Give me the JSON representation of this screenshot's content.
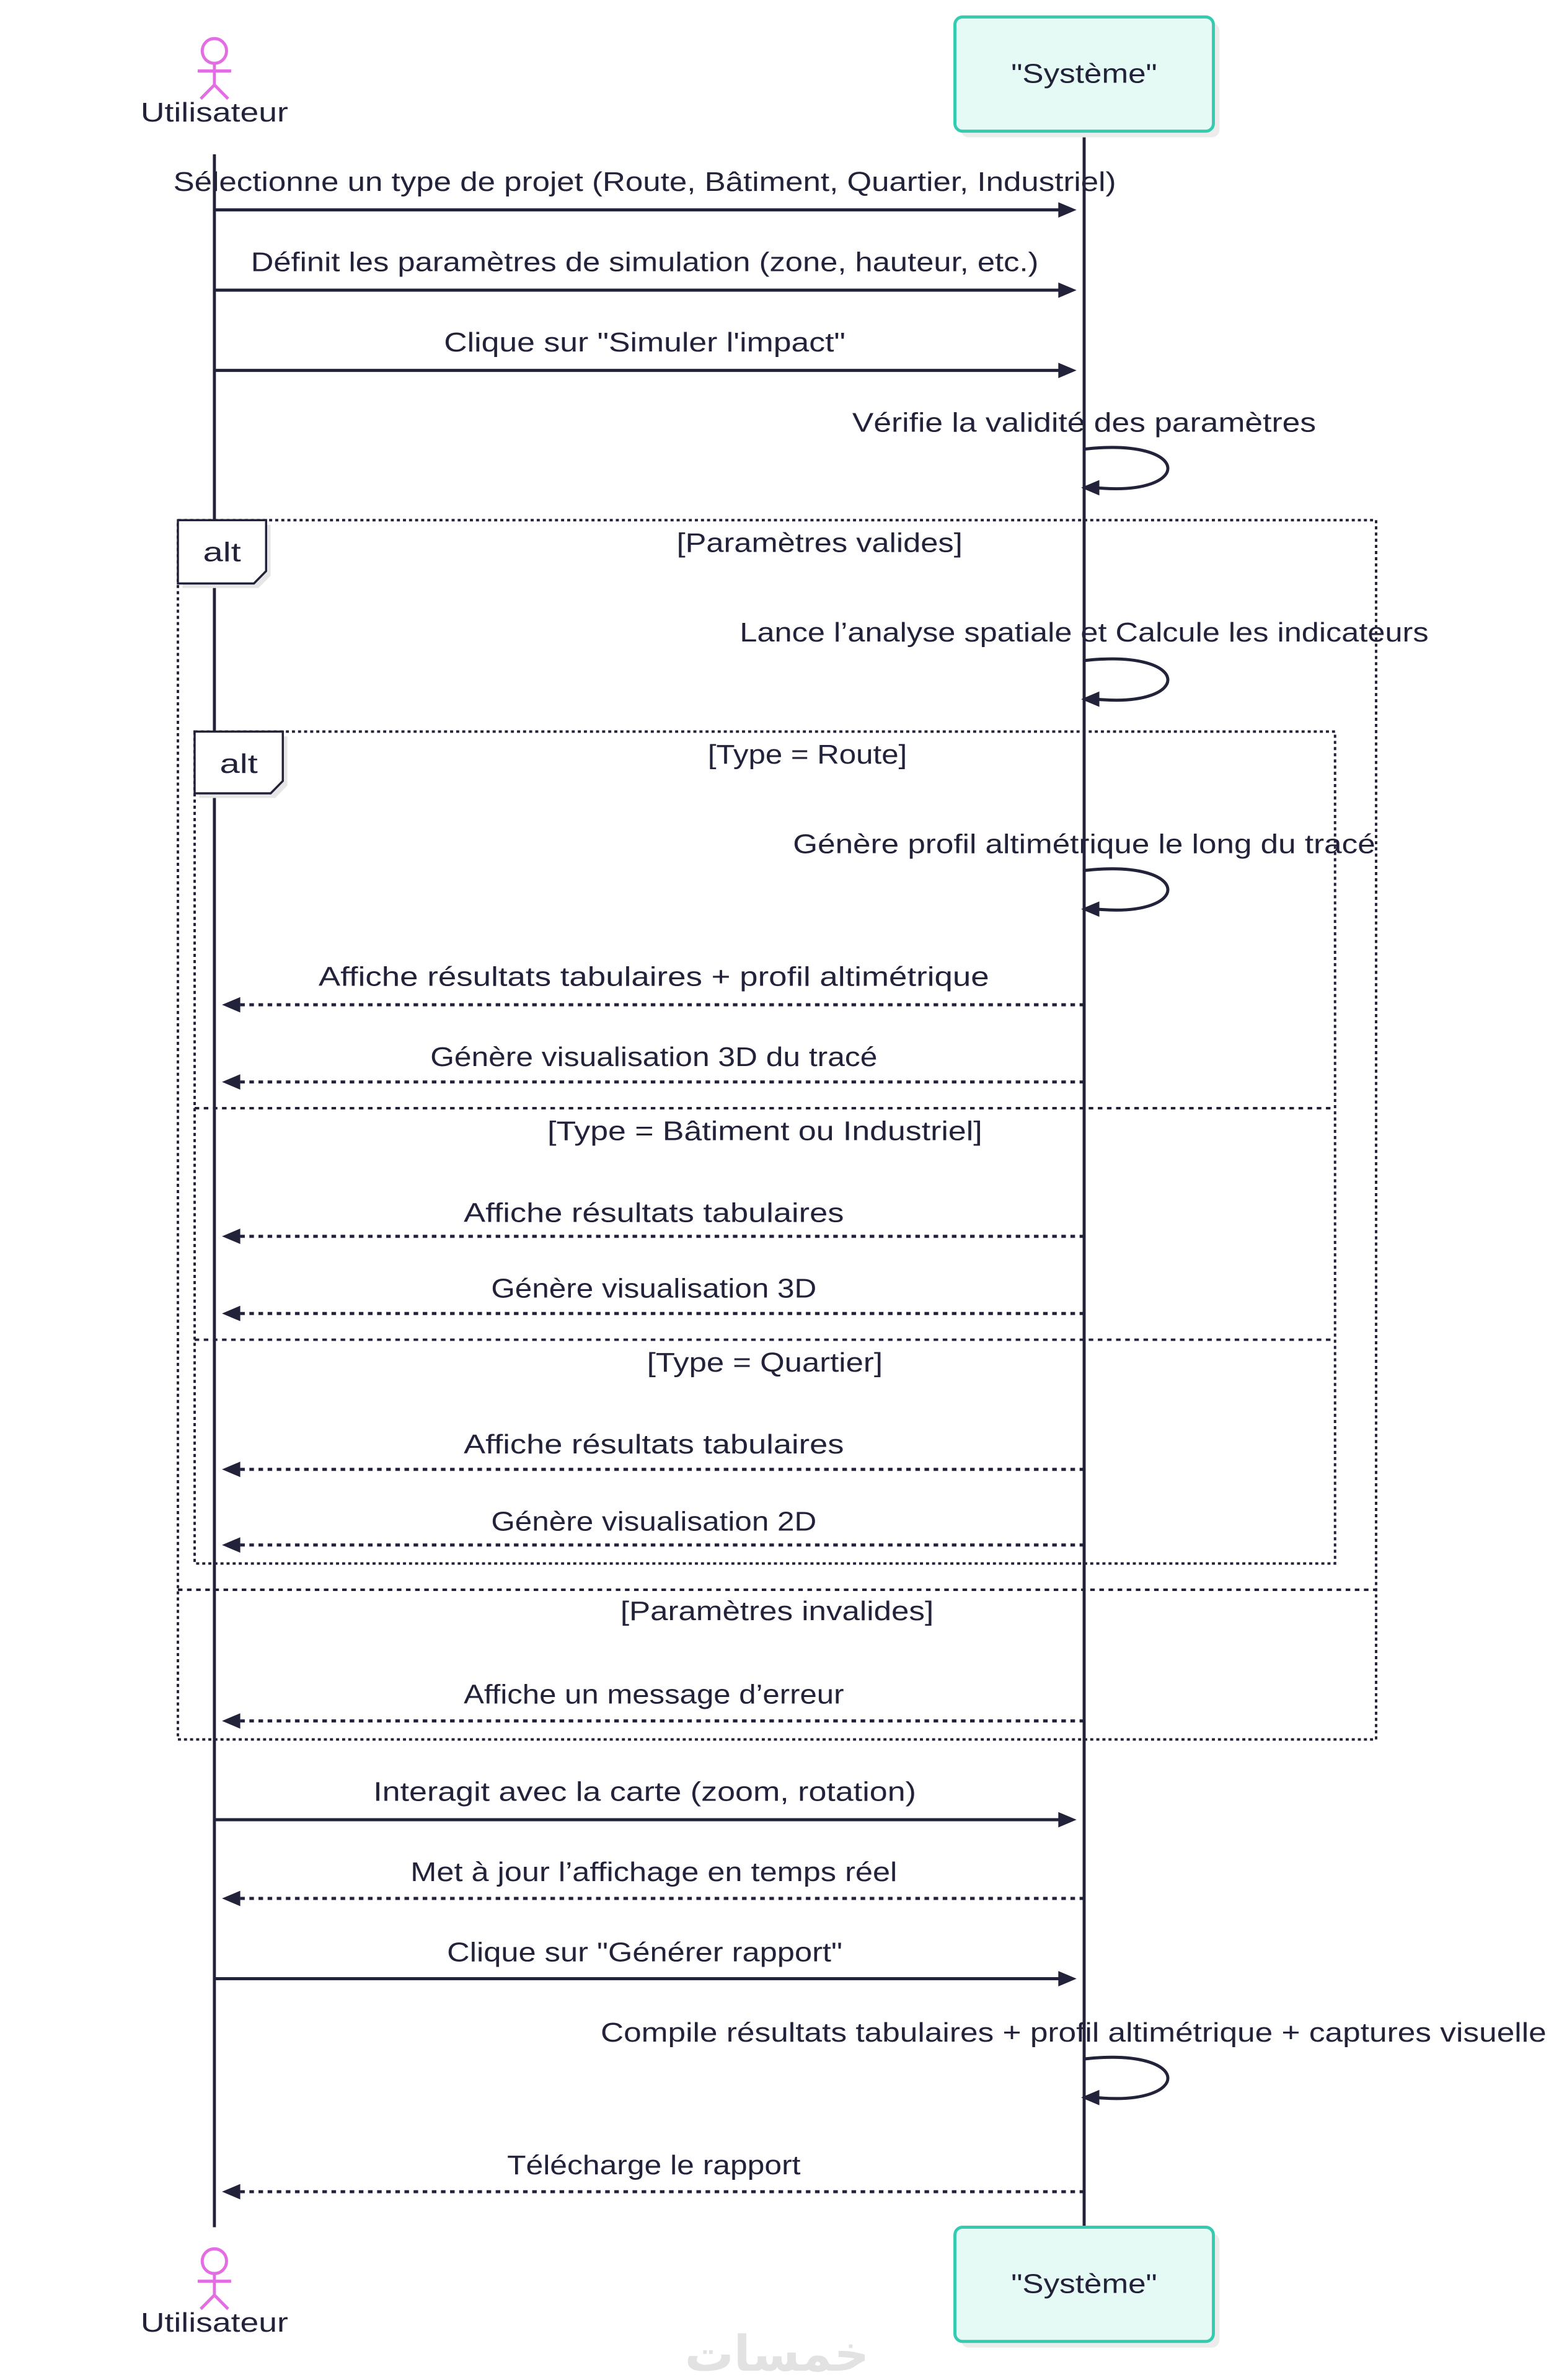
{
  "diagram": {
    "type": "sequence",
    "participants": {
      "actor": {
        "label": "Utilisateur"
      },
      "system": {
        "label": "\"Système\""
      }
    },
    "steps": [
      {
        "arrow": "solid",
        "text": "Sélectionne un type de projet (Route, Bâtiment, Quartier, Industriel)"
      },
      {
        "arrow": "solid",
        "text": "Définit les paramètres de simulation (zone, hauteur, etc.)"
      },
      {
        "arrow": "solid",
        "text": "Clique sur \"Simuler l'impact\""
      },
      {
        "arrow": "self",
        "text": "Vérifie la validité des paramètres"
      },
      {
        "arrow": "self",
        "text": "Lance l’analyse spatiale et Calcule les indicateurs"
      },
      {
        "arrow": "self",
        "text": "Génère profil altimétrique le long du tracé"
      },
      {
        "arrow": "dashed",
        "text": "Affiche résultats tabulaires + profil altimétrique"
      },
      {
        "arrow": "dashed",
        "text": "Génère visualisation 3D du tracé"
      },
      {
        "arrow": "dashed",
        "text": "Affiche résultats tabulaires"
      },
      {
        "arrow": "dashed",
        "text": "Génère visualisation 3D"
      },
      {
        "arrow": "dashed",
        "text": "Affiche résultats tabulaires"
      },
      {
        "arrow": "dashed",
        "text": "Génère visualisation 2D"
      },
      {
        "arrow": "dashed",
        "text": "Affiche un message d’erreur"
      },
      {
        "arrow": "solid",
        "text": "Interagit avec la carte (zoom, rotation)"
      },
      {
        "arrow": "dashed",
        "text": "Met à jour l’affichage en temps réel"
      },
      {
        "arrow": "solid",
        "text": "Clique sur \"Générer rapport\""
      },
      {
        "arrow": "self",
        "text": "Compile résultats tabulaires + profil altimétrique + captures visuelle"
      },
      {
        "arrow": "dashed",
        "text": "Télécharge le rapport"
      }
    ],
    "alt_outer": {
      "label": "alt",
      "conditions": [
        "[Paramètres valides]",
        "[Paramètres invalides]"
      ]
    },
    "alt_inner": {
      "label": "alt",
      "conditions": [
        "[Type = Route]",
        "[Type = Bâtiment ou Industriel]",
        "[Type = Quartier]"
      ]
    }
  },
  "colors": {
    "actor": "#e36ee3",
    "participant_fill": "#e5faf4",
    "participant_border": "#34ccb0",
    "line": "#22223a",
    "text": "#22223a",
    "watermark": "#e2e2e2"
  },
  "watermark": "خمسات"
}
